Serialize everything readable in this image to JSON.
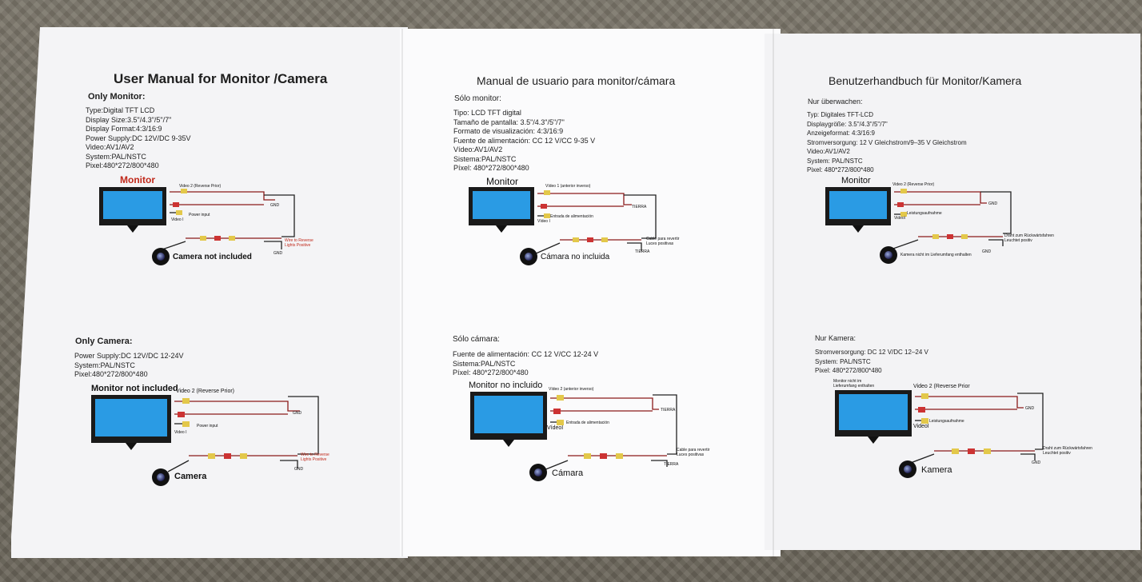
{
  "panel_en": {
    "title": "User Manual for Monitor /Camera",
    "only_monitor": "Only Monitor:",
    "monitor_specs": [
      "Type:Digital TFT LCD",
      "Display Size:3.5\"/4.3\"/5\"/7\"",
      "Display Format:4:3/16:9",
      "Power Supply:DC 12V/DC 9-35V",
      "Video:AV1/AV2",
      "System:PAL/NSTC",
      "Pixel:480*272/800*480"
    ],
    "diagram1": {
      "monitor": "Monitor",
      "video2": "Video 2 (Reverse Prior)",
      "gnd": "GND",
      "power": "Power input",
      "video1": "Video I",
      "wire": "Wire to Reverse Lights Positive",
      "gnd2": "GND",
      "camera": "Camera not included"
    },
    "only_camera": "Only Camera:",
    "camera_specs": [
      "Power Supply:DC 12V/DC 12-24V",
      "System:PAL/NSTC",
      "Pixel:480*272/800*480"
    ],
    "diagram2": {
      "monitor": "Monitor not included",
      "video2": "Video 2 (Reverse Prior)",
      "gnd": "GND",
      "power": "Power input",
      "video1": "Video I",
      "wire": "Wire to Reverse Lights Positive",
      "gnd2": "GND",
      "camera": "Camera"
    }
  },
  "panel_es": {
    "title": "Manual de usuario para monitor/cámara",
    "only_monitor": "Sólo monitor:",
    "monitor_specs": [
      "Tipo: LCD TFT digital",
      "Tamaño de pantalla: 3.5\"/4.3\"/5\"/7\"",
      "Formato de visualización: 4:3/16:9",
      "Fuente de alimentación: CC 12 V/CC 9-35 V",
      "Vídeo:AV1/AV2",
      "Sistema:PAL/NSTC",
      "Píxel: 480*272/800*480"
    ],
    "diagram1": {
      "monitor": "Monitor",
      "video2": "Vídeo 1 (anterior inverso)",
      "gnd": "TIERRA",
      "power": "Entrada de alimentación",
      "video1": "Vídeo I",
      "wire": "Cable para revertir Luces positivas",
      "gnd2": "TIERRA",
      "camera": "Cámara no incluida"
    },
    "only_camera": "Sólo cámara:",
    "camera_specs": [
      "Fuente de alimentación: CC 12 V/CC 12-24 V",
      "Sistema:PAL/NSTC",
      "Píxel: 480*272/800*480"
    ],
    "diagram2": {
      "monitor": "Monitor no incluido",
      "video2": "Vídeo 2 (anterior inverso)",
      "gnd": "TIERRA",
      "power": "Entrada de alimentación",
      "video1": "VídeoI",
      "wire": "Cable para revertir Luces positivas",
      "gnd2": "TIERRA",
      "camera": "Cámara"
    }
  },
  "panel_de": {
    "title": "Benutzerhandbuch für Monitor/Kamera",
    "only_monitor": "Nur überwachen:",
    "monitor_specs": [
      "Typ: Digitales TFT-LCD",
      "Displaygröße: 3.5\"/4.3\"/5\"/7\"",
      "Anzeigeformat: 4:3/16:9",
      "Stromversorgung: 12 V Gleichstrom/9–35 V Gleichstrom",
      "Video:AV1/AV2",
      "System: PAL/NSTC",
      "Pixel: 480*272/800*480"
    ],
    "diagram1": {
      "monitor": "Monitor",
      "video2": "Video 2 (Reverse Prior)",
      "gnd": "GND",
      "power": "Leistungsaufnahme",
      "video1": "VideoI",
      "wire": "Draht zum Rückwärtsfahren Leuchtet positiv",
      "gnd2": "GND",
      "camera": "Kamera nicht im Lieferumfang enthalten"
    },
    "only_camera": "Nur Kamera:",
    "camera_specs": [
      "Stromversorgung: DC 12 V/DC 12–24 V",
      "System: PAL/NSTC",
      "Pixel: 480*272/800*480"
    ],
    "diagram2": {
      "monitor": "Monitor nicht im Lieferumfang enthalten",
      "video2": "Video 2 (Reverse Prior",
      "gnd": "GND",
      "power": "Leistungsaufnahme",
      "video1": "VideoI",
      "wire": "Draht zum Rückwärtsfahren Leuchtet positiv",
      "gnd2": "GND",
      "camera": "Kamera"
    }
  }
}
